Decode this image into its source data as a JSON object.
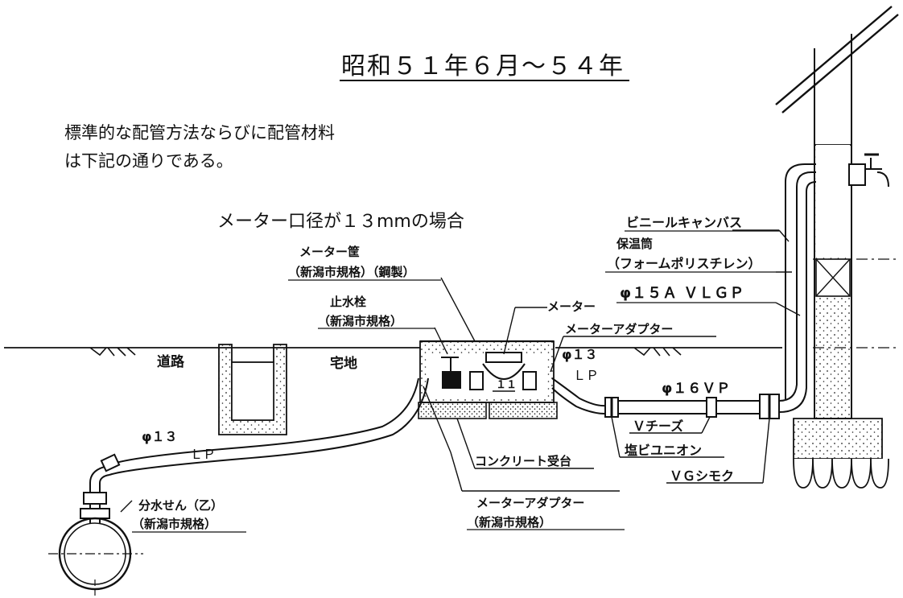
{
  "title": "昭和５１年６月～５４年",
  "intro": {
    "line1": "標準的な配管方法ならびに配管材料",
    "line2": "は下記の通りである。"
  },
  "subtitle": "メーター口径が１３mmの場合",
  "ground": {
    "road": "道路",
    "lot": "宅地"
  },
  "labels": {
    "meter_box_1": "メーター筐",
    "meter_box_2": "（新潟市規格）（鋼製）",
    "stop_valve_1": "止水栓",
    "stop_valve_2": "（新潟市規格）",
    "meter": "メーター",
    "meter_adapter_top": "メーターアダプター",
    "pipe_13lp_right_1": "φ１３",
    "pipe_13lp_right_2": "ＬＰ",
    "vinyl_canvas": "ビニールキャンバス",
    "insulation_1": "保温筒",
    "insulation_2": "（フォームポリスチレン）",
    "vlgp": "φ１５Ａ ＶＬＧＰ",
    "vp16": "φ１６ＶＰ",
    "v_cheese": "Ｖチーズ",
    "salt_union": "塩ビユニオン",
    "vg_socket": "ＶＧシモク",
    "concrete_base": "コンクリート受台",
    "meter_adapter_bottom_1": "メーターアダプター",
    "meter_adapter_bottom_2": "（新潟市規格）",
    "pipe_13lp_left_1": "φ１３",
    "pipe_13lp_left_2": "ＬＰ",
    "branch_1": "分水せん（乙）",
    "branch_2": "（新潟市規格）",
    "meter_digits": "１１"
  }
}
